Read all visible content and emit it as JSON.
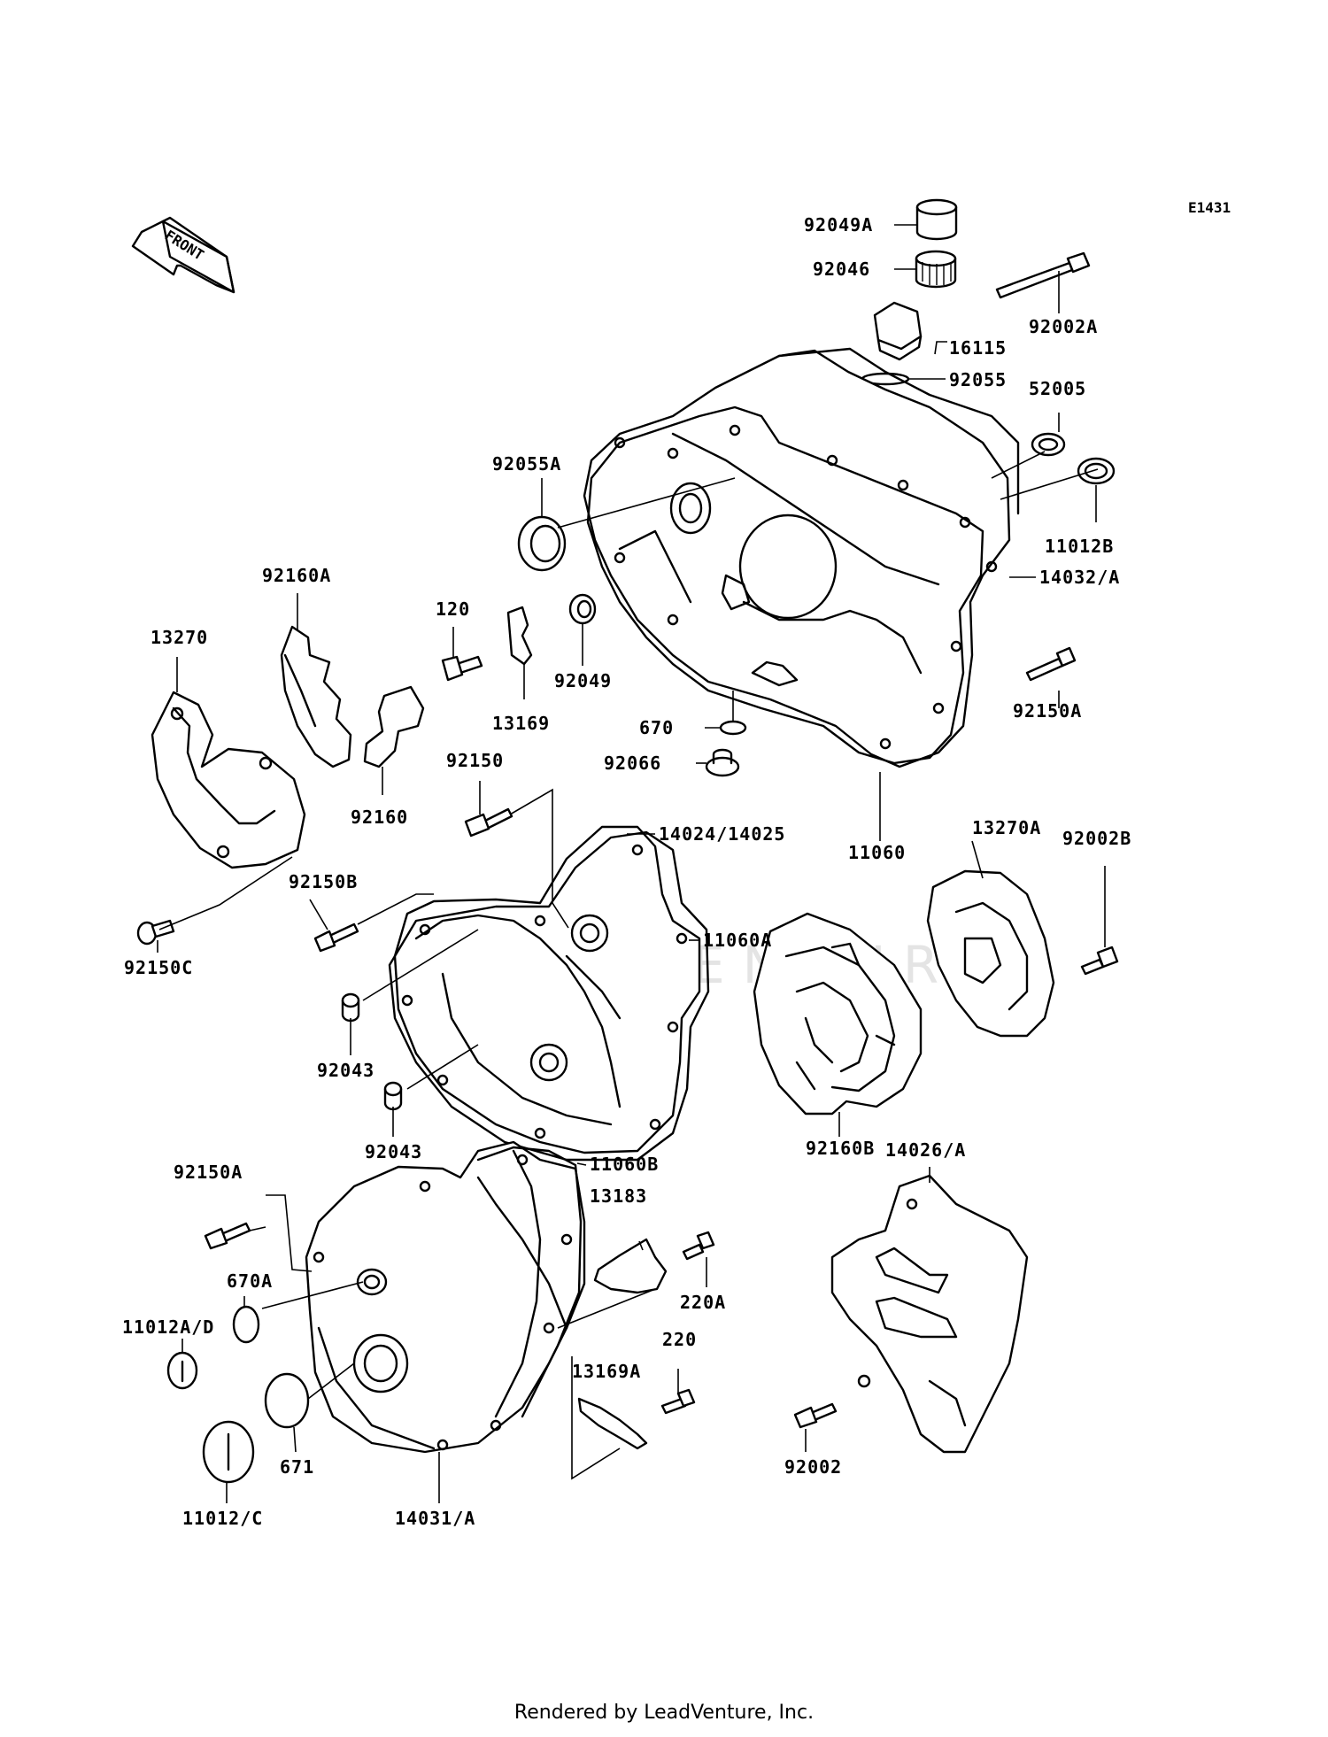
{
  "diagram_code": "E1431",
  "front_arrow_label": "FRONT",
  "watermark": "LEADVENTURE",
  "footer": "Rendered by LeadVenture, Inc.",
  "labels": {
    "p92049A": "92049A",
    "p92046": "92046",
    "p92002A": "92002A",
    "p16115": "16115",
    "p92055": "92055",
    "p52005": "52005",
    "p92055A": "92055A",
    "p11012B": "11012B",
    "p14032A": "14032/A",
    "p92160A": "92160A",
    "p13270": "13270",
    "p120": "120",
    "p92049": "92049",
    "p13169": "13169",
    "p92150A_top": "92150A",
    "p670": "670",
    "p92066": "92066",
    "p92150": "92150",
    "p92160": "92160",
    "p11060": "11060",
    "p14024": "14024/14025",
    "p13270A": "13270A",
    "p92002B": "92002B",
    "p92150B": "92150B",
    "p92150C": "92150C",
    "p11060A": "11060A",
    "p92043_a": "92043",
    "p92043_b": "92043",
    "p92160B": "92160B",
    "p14026A": "14026/A",
    "p11060B": "11060B",
    "p92150A_bot": "92150A",
    "p13183": "13183",
    "p670A": "670A",
    "p220A": "220A",
    "p11012AD": "11012A/D",
    "p220": "220",
    "p13169A": "13169A",
    "p671": "671",
    "p92002": "92002",
    "p11012C": "11012/C",
    "p14031A": "14031/A"
  }
}
